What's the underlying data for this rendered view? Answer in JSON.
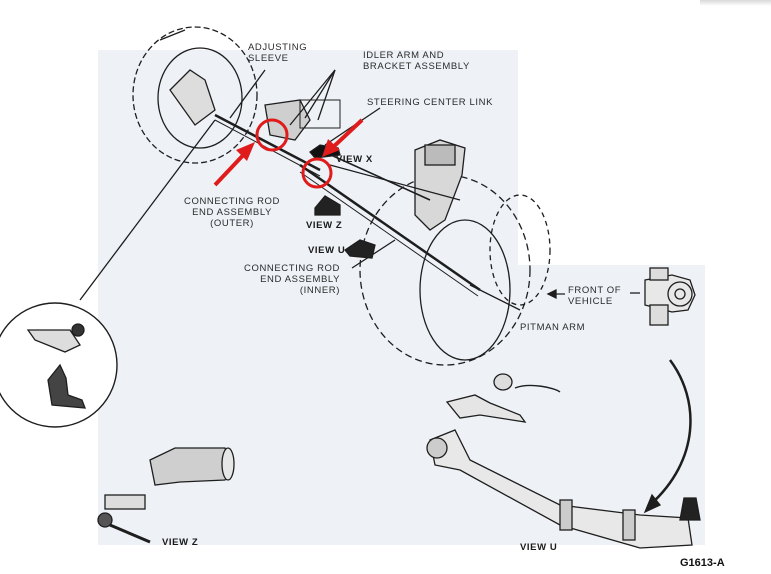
{
  "diagram": {
    "title": "Steering linkage exploded view",
    "figure_id": "G1613-A",
    "labels": {
      "adjusting_sleeve": "ADJUSTING\nSLEEVE",
      "idler_arm": "IDLER ARM AND\nBRACKET ASSEMBLY",
      "center_link": "STEERING CENTER LINK",
      "view_x": "VIEW X",
      "rod_end_outer": "CONNECTING ROD\nEND ASSEMBLY\n(OUTER)",
      "view_z_top": "VIEW Z",
      "view_u_top": "VIEW U",
      "rod_end_inner": "CONNECTING ROD\nEND ASSEMBLY\n(INNER)",
      "front_of_vehicle": "FRONT OF\nVEHICLE",
      "pitman_arm": "PITMAN ARM",
      "view_z_bottom": "VIEW Z",
      "view_u_bottom": "VIEW U"
    },
    "annotations": {
      "color": "#e01b1b",
      "circles": [
        "idler-arm-joint",
        "center-link-joint"
      ],
      "arrows": [
        "arrow-to-outer-rod-end",
        "arrow-to-center-link"
      ]
    },
    "line_color": "#1e1e1e",
    "background_panel_color": "#eef2f7"
  }
}
